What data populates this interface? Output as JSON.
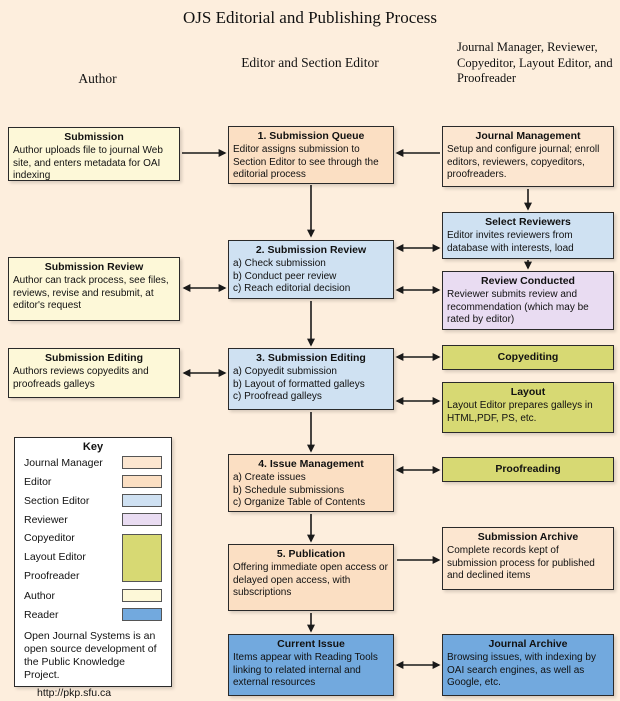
{
  "title": "OJS Editorial and Publishing Process",
  "headers": {
    "author": "Author",
    "editor": "Editor and Section Editor",
    "manager_group": "Journal Manager, Reviewer, Copyeditor, Layout Editor, and Proofreader"
  },
  "author_column": {
    "submission": {
      "title": "Submission",
      "body": "Author uploads file to journal Web site, and enters metadata for OAI indexing"
    },
    "submission_review": {
      "title": "Submission Review",
      "body": "Author can track process, see files, reviews, revise and resubmit, at editor's request"
    },
    "submission_editing": {
      "title": "Submission Editing",
      "body": "Authors reviews copyedits and proofreads galleys"
    }
  },
  "editor_column": {
    "queue": {
      "title": "1. Submission Queue",
      "body": "Editor assigns submission to Section Editor to see through the editorial process"
    },
    "review": {
      "title": "2. Submission Review",
      "body": "a) Check submission\nb) Conduct peer review\nc) Reach editorial decision"
    },
    "editing": {
      "title": "3. Submission Editing",
      "body": "a) Copyedit submission\nb) Layout of formatted galleys\nc) Proofread galleys"
    },
    "issue": {
      "title": "4. Issue Management",
      "body": "a) Create issues\nb) Schedule submissions\nc) Organize Table of Contents"
    },
    "publication": {
      "title": "5. Publication",
      "body": "Offering immediate open access or delayed open access, with subscriptions"
    },
    "current_issue": {
      "title": "Current Issue",
      "body": "Items appear with Reading Tools linking to related internal and external resources"
    }
  },
  "right_column": {
    "journal_management": {
      "title": "Journal Management",
      "body": "Setup and configure journal; enroll editors, reviewers, copyeditors, proofreaders."
    },
    "select_reviewers": {
      "title": "Select Reviewers",
      "body": "Editor invites reviewers from database with interests, load"
    },
    "review_conducted": {
      "title": "Review Conducted",
      "body": "Reviewer submits review and recommendation (which may be rated by editor)"
    },
    "copyediting": {
      "title": "Copyediting"
    },
    "layout": {
      "title": "Layout",
      "body": "Layout Editor prepares galleys in HTML,PDF, PS, etc."
    },
    "proofreading": {
      "title": "Proofreading"
    },
    "submission_archive": {
      "title": "Submission Archive",
      "body": "Complete records kept of submission process for published and declined items"
    },
    "journal_archive": {
      "title": "Journal Archive",
      "body": "Browsing issues, with indexing by OAI search engines, as well as Google, etc."
    }
  },
  "key": {
    "title": "Key",
    "entries": [
      "Journal Manager",
      "Editor",
      "Section Editor",
      "Reviewer",
      "Copyeditor",
      "Layout Editor",
      "Proofreader",
      "Author",
      "Reader"
    ],
    "note": "Open Journal Systems is an open source development of the Public Knowledge Project.",
    "url": "http://pkp.sfu.ca"
  },
  "colors": {
    "page_bg": "#fdeedd",
    "author_box": "#fdf8d8",
    "editor_box": "#fbdfc3",
    "section_editor_box": "#cfe1f2",
    "reviewer_box": "#e9dcf2",
    "copyeditor_box": "#d7d973",
    "reader_box": "#72a9de",
    "journal_manager_box": "#fce6d0",
    "key_bg": "#ffffff",
    "arrow": "#1a1a1a"
  }
}
